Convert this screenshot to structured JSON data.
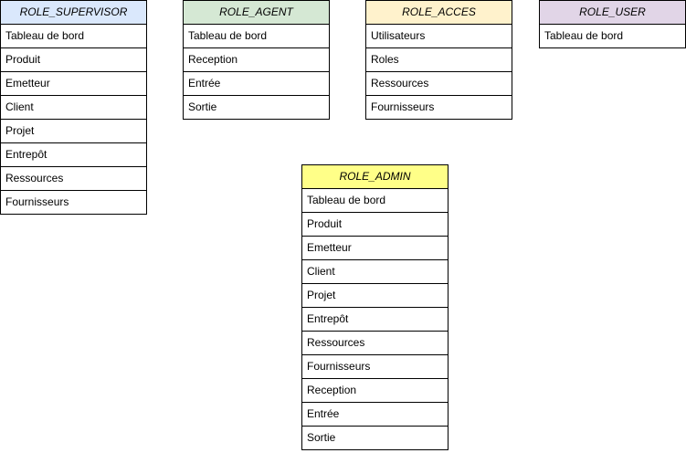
{
  "roles": {
    "supervisor": {
      "title": "ROLE_SUPERVISOR",
      "header_color": "#dae8fc",
      "items": [
        "Tableau de bord",
        "Produit",
        "Emetteur",
        "Client",
        "Projet",
        "Entrepôt",
        "Ressources",
        "Fournisseurs"
      ]
    },
    "agent": {
      "title": "ROLE_AGENT",
      "header_color": "#d5e8d4",
      "items": [
        "Tableau de bord",
        "Reception",
        "Entrée",
        "Sortie"
      ]
    },
    "acces": {
      "title": "ROLE_ACCES",
      "header_color": "#fff2cc",
      "items": [
        "Utilisateurs",
        "Roles",
        "Ressources",
        "Fournisseurs"
      ]
    },
    "user": {
      "title": "ROLE_USER",
      "header_color": "#e1d5e7",
      "items": [
        "Tableau de bord"
      ]
    },
    "admin": {
      "title": "ROLE_ADMIN",
      "header_color": "#ffff88",
      "items": [
        "Tableau de bord",
        "Produit",
        "Emetteur",
        "Client",
        "Projet",
        "Entrepôt",
        "Ressources",
        "Fournisseurs",
        "Reception",
        "Entrée",
        "Sortie"
      ]
    }
  }
}
